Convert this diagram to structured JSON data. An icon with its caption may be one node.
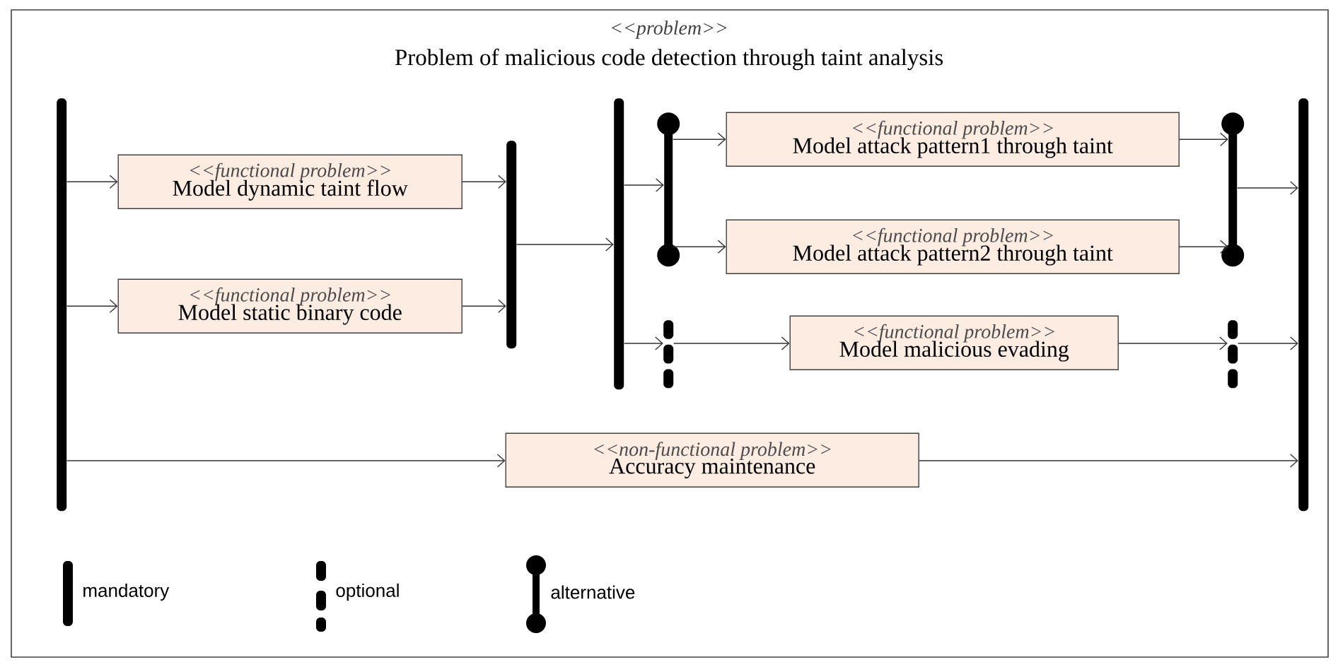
{
  "diagram": {
    "nodes": [
      {
        "text": [
          "<<problem>>",
          "Problem of malicious code detection through taint analysis"
        ]
      },
      {
        "text": [],
        "shape": "bar",
        "in": 0
      },
      {
        "text": [
          "<<functional problem>>",
          "Model dynamic taint flow"
        ],
        "in": 0
      },
      {
        "text": [
          "<<functional problem>>",
          "Model static binary code"
        ],
        "in": 0
      },
      {
        "text": [],
        "shape": "bar",
        "in": 0
      },
      {
        "text": [],
        "shape": "bar",
        "in": 0
      },
      {
        "text": [],
        "shape": "bar",
        "in": 0
      },
      {
        "text": [
          "<<functional problem>>",
          "Model attack pattern1 through taint"
        ],
        "in": 0
      },
      {
        "text": [
          "<<functional problem>>",
          "Model attack pattern2 through taint"
        ],
        "in": 0
      },
      {
        "text": [],
        "shape": "bar",
        "in": 0
      },
      {
        "text": [],
        "shape": "bar",
        "in": 0
      },
      {
        "text": [
          "<<functional problem>>",
          "Model malicious evading"
        ],
        "in": 0
      },
      {
        "text": [],
        "shape": "bar",
        "in": 0
      },
      {
        "text": [
          "<<non-functional problem>>",
          "Accuracy maintenance"
        ],
        "in": 0
      },
      {
        "text": [],
        "shape": "bar",
        "in": 0
      }
    ],
    "edges": [
      {
        "from": 1,
        "to": 2,
        "arrow": "to"
      },
      {
        "from": 1,
        "to": 3,
        "arrow": "to"
      },
      {
        "from": 2,
        "to": 4,
        "arrow": "to"
      },
      {
        "from": 3,
        "to": 4,
        "arrow": "to"
      },
      {
        "from": 4,
        "to": 5,
        "arrow": "to"
      },
      {
        "from": 5,
        "to": 6,
        "arrow": "to"
      },
      {
        "from": 6,
        "to": 7,
        "arrow": "to"
      },
      {
        "from": 6,
        "to": 8,
        "arrow": "to"
      },
      {
        "from": 7,
        "to": 9,
        "arrow": "to"
      },
      {
        "from": 8,
        "to": 9,
        "arrow": "to"
      },
      {
        "from": 9,
        "to": 14,
        "arrow": "to"
      },
      {
        "from": 5,
        "to": 10,
        "arrow": "to"
      },
      {
        "from": 10,
        "to": 11,
        "arrow": "to"
      },
      {
        "from": 11,
        "to": 12,
        "arrow": "to"
      },
      {
        "from": 12,
        "to": 14,
        "arrow": "to"
      },
      {
        "from": 1,
        "to": 13,
        "arrow": "to"
      },
      {
        "from": 13,
        "to": 14,
        "arrow": "to"
      }
    ],
    "legend": [
      {
        "text": "mandatory"
      },
      {
        "text": "optional"
      },
      {
        "text": "alternative"
      }
    ]
  }
}
